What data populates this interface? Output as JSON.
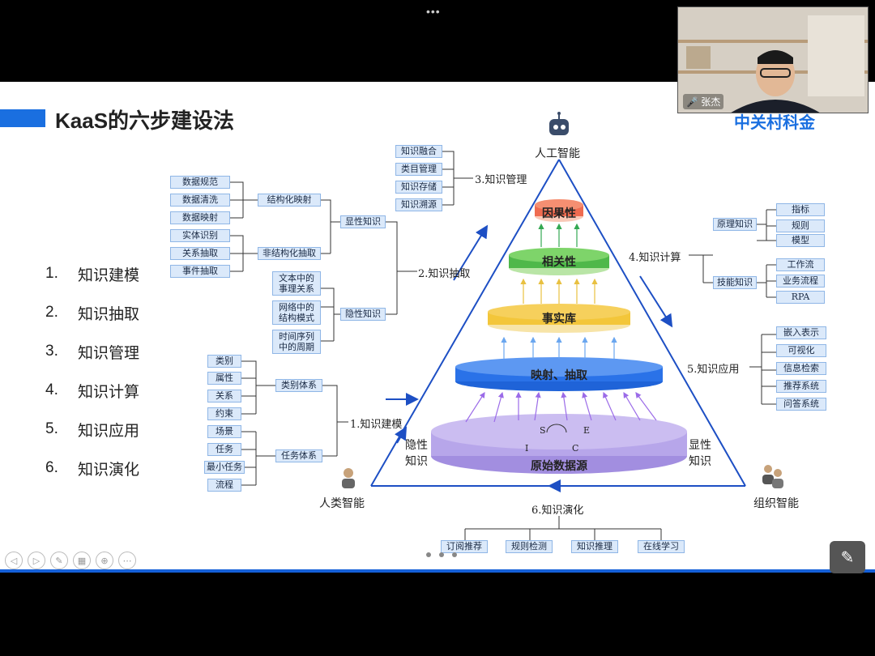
{
  "window": {
    "more_label": "•••"
  },
  "slide": {
    "title": "KaaS的六步建设法",
    "brand": "中关村科金",
    "steps": [
      {
        "num": "1.",
        "label": "知识建模"
      },
      {
        "num": "2.",
        "label": "知识抽取"
      },
      {
        "num": "3.",
        "label": "知识管理"
      },
      {
        "num": "4.",
        "label": "知识计算"
      },
      {
        "num": "5.",
        "label": "知识应用"
      },
      {
        "num": "6.",
        "label": "知识演化"
      }
    ],
    "corners": {
      "top": "人工智能",
      "left": "人类智能",
      "right": "组织智能"
    },
    "tiers": [
      "因果性",
      "相关性",
      "事实库",
      "映射、抽取",
      "原始数据源"
    ],
    "side_tags": {
      "left": "隐性\n知识",
      "right": "显性\n知识"
    },
    "cycle_letters": {
      "s": "S",
      "e": "E",
      "i": "I",
      "c": "C"
    },
    "phase_labels": {
      "modeling": "1.知识建模",
      "extraction": "2.知识抽取",
      "management": "3.知识管理",
      "computing": "4.知识计算",
      "application": "5.知识应用",
      "evolution": "6.知识演化"
    },
    "management_boxes": [
      "知识融合",
      "类目管理",
      "知识存储",
      "知识溯源"
    ],
    "extraction": {
      "explicit": "显性知识",
      "implicit": "隐性知识",
      "structured": "结构化映射",
      "unstructured": "非结构化抽取",
      "structured_items": [
        "数据规范",
        "数据清洗",
        "数据映射"
      ],
      "unstructured_items": [
        "实体识别",
        "关系抽取",
        "事件抽取"
      ],
      "implicit_items": [
        "文本中的\n事理关系",
        "网络中的\n结构模式",
        "时间序列\n中的周期"
      ]
    },
    "modeling": {
      "category_system": "类别体系",
      "task_system": "任务体系",
      "category_items": [
        "类别",
        "属性",
        "关系",
        "约束"
      ],
      "task_items": [
        "场景",
        "任务",
        "最小任务",
        "流程"
      ]
    },
    "computing": {
      "principle": "原理知识",
      "skill": "技能知识",
      "principle_items": [
        "指标",
        "规则",
        "模型"
      ],
      "skill_items": [
        "工作流",
        "业务流程",
        "RPA"
      ]
    },
    "application_items": [
      "嵌入表示",
      "可视化",
      "信息检索",
      "推荐系统",
      "问答系统"
    ],
    "evolution_items": [
      "订阅推荐",
      "规则检测",
      "知识推理",
      "在线学习"
    ]
  },
  "webcam": {
    "name": "张杰"
  },
  "toolbar": [
    "◁",
    "▷",
    "✎",
    "▦",
    "⊕",
    "⋯"
  ],
  "colors": {
    "accent": "#1a6fe0",
    "box_fill": "#dbe9fa",
    "box_border": "#8fb6e6"
  }
}
